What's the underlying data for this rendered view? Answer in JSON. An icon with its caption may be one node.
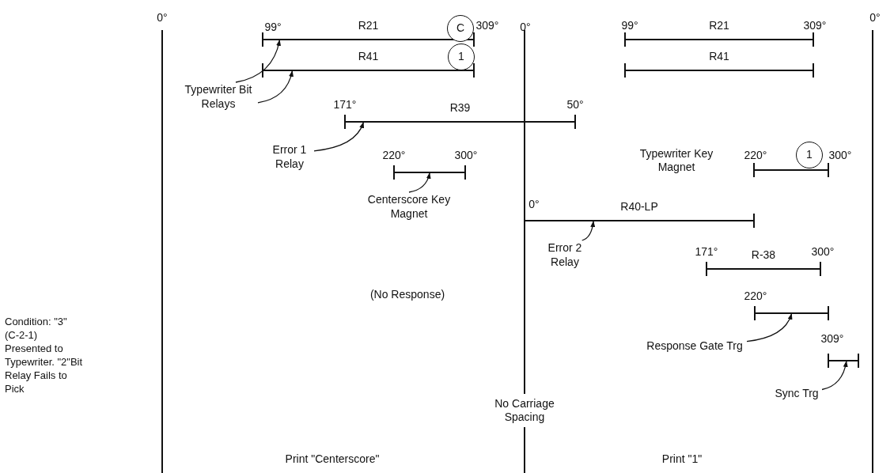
{
  "diagram": {
    "nodes": [
      {
        "text": [
          "R21"
        ]
      },
      {
        "text": [
          "C"
        ]
      },
      {
        "text": [
          "R41"
        ]
      },
      {
        "text": [
          "1"
        ]
      },
      {
        "text": [
          "R21"
        ]
      },
      {
        "text": [
          "R41"
        ]
      },
      {
        "text": [
          "Typewriter Bit Relays"
        ]
      },
      {
        "text": [
          "R39"
        ]
      },
      {
        "text": [
          "Error 1 Relay"
        ]
      },
      {
        "text": [],
        "shape": "bar"
      },
      {
        "text": [
          "Centerscore Key Magnet"
        ]
      },
      {
        "text": [],
        "shape": "bar"
      },
      {
        "text": [
          "1"
        ]
      },
      {
        "text": [
          "R40-LP"
        ]
      },
      {
        "text": [
          "Error 2 Relay"
        ]
      },
      {
        "text": [
          "R-38"
        ]
      },
      {
        "text": [],
        "shape": "bar"
      },
      {
        "text": [
          "Response Gate Trg"
        ]
      },
      {
        "text": [],
        "shape": "bar"
      },
      {
        "text": [
          "Sync Trg"
        ]
      }
    ],
    "edges": [
      {
        "from": 6,
        "to": 0,
        "arrow": "to"
      },
      {
        "from": 6,
        "to": 2,
        "arrow": "to"
      },
      {
        "from": 8,
        "to": 7,
        "arrow": "to"
      },
      {
        "from": 10,
        "to": 9,
        "arrow": "to"
      },
      {
        "from": 14,
        "to": 13,
        "arrow": "to"
      },
      {
        "from": 17,
        "to": 16,
        "arrow": "to"
      },
      {
        "from": 19,
        "to": 18,
        "arrow": "to"
      }
    ],
    "labels": [
      "0°",
      "99°",
      "309°",
      "0°",
      "99°",
      "309°",
      "0°",
      "171°",
      "50°",
      "220°",
      "300°",
      "Typewriter Key Magnet",
      "220°",
      "300°",
      "0°",
      "171°",
      "300°",
      "220°",
      "309°",
      "(No Response)",
      "Condition: \"3\" (C-2-1) Presented to Typewriter. \"2\"Bit Relay Fails to Pick",
      "No Carriage Spacing",
      "Print \"Centerscore\"",
      "Print \"1\""
    ]
  }
}
